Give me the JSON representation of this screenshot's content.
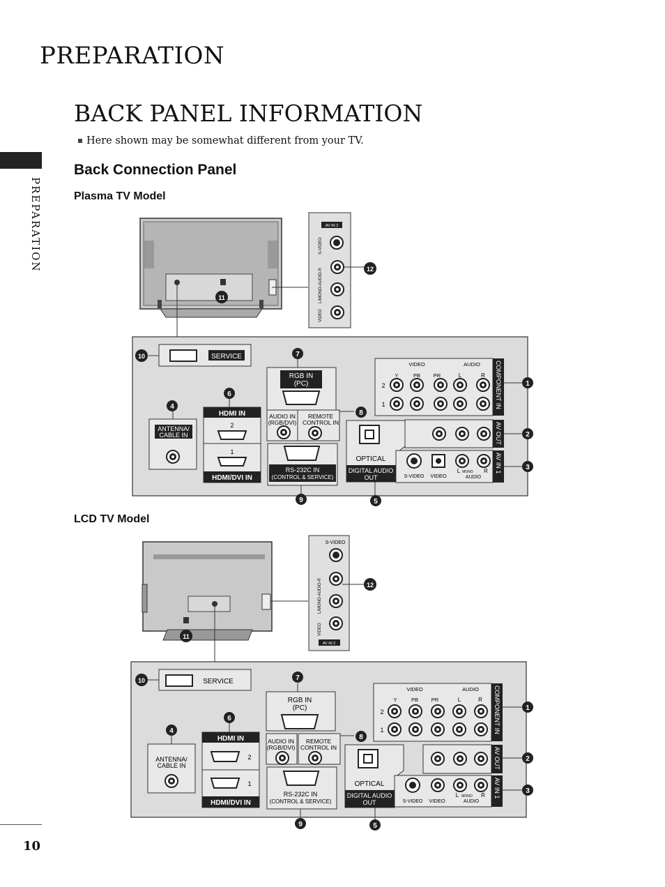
{
  "header": {
    "section": "PREPARATION",
    "side_tab": "PREPARATION",
    "page_number": "10"
  },
  "title": "BACK PANEL INFORMATION",
  "note": "Here shown may be somewhat different from your TV.",
  "subtitle": "Back Connection Panel",
  "models": {
    "plasma": "Plasma TV Model",
    "lcd": "LCD TV Model"
  },
  "labels": {
    "service": "SERVICE",
    "rgb_in_1": "RGB IN",
    "rgb_in_2": "(PC)",
    "hdmi_in": "HDMI IN",
    "hdmi_dvi_in": "HDMI/DVI IN",
    "antenna_1": "ANTENNA/",
    "antenna_2": "CABLE IN",
    "audio_in_1": "AUDIO IN",
    "audio_in_2": "(RGB/DVI)",
    "remote_1": "REMOTE",
    "remote_2": "CONTROL IN",
    "rs232_1": "RS-232C IN",
    "rs232_2": "(CONTROL & SERVICE)",
    "optical": "OPTICAL",
    "digital_audio_1": "DIGITAL AUDIO",
    "digital_audio_2": "OUT",
    "video": "VIDEO",
    "audio": "AUDIO",
    "y": "Y",
    "pb": "PB",
    "pr": "PR",
    "l": "L",
    "r": "R",
    "mono": "MONO",
    "svideo": "S-VIDEO",
    "component_in": "COMPONENT IN",
    "av_out": "AV OUT",
    "av_in1": "AV IN 1",
    "av_in2": "AV IN 2",
    "row2": "2",
    "row1": "1",
    "hdmi_port2": "2",
    "hdmi_port1": "1",
    "side_audio": "L/MONO-AUDIO-R"
  },
  "callouts": [
    "1",
    "2",
    "3",
    "4",
    "5",
    "6",
    "7",
    "8",
    "9",
    "10",
    "11",
    "12"
  ]
}
